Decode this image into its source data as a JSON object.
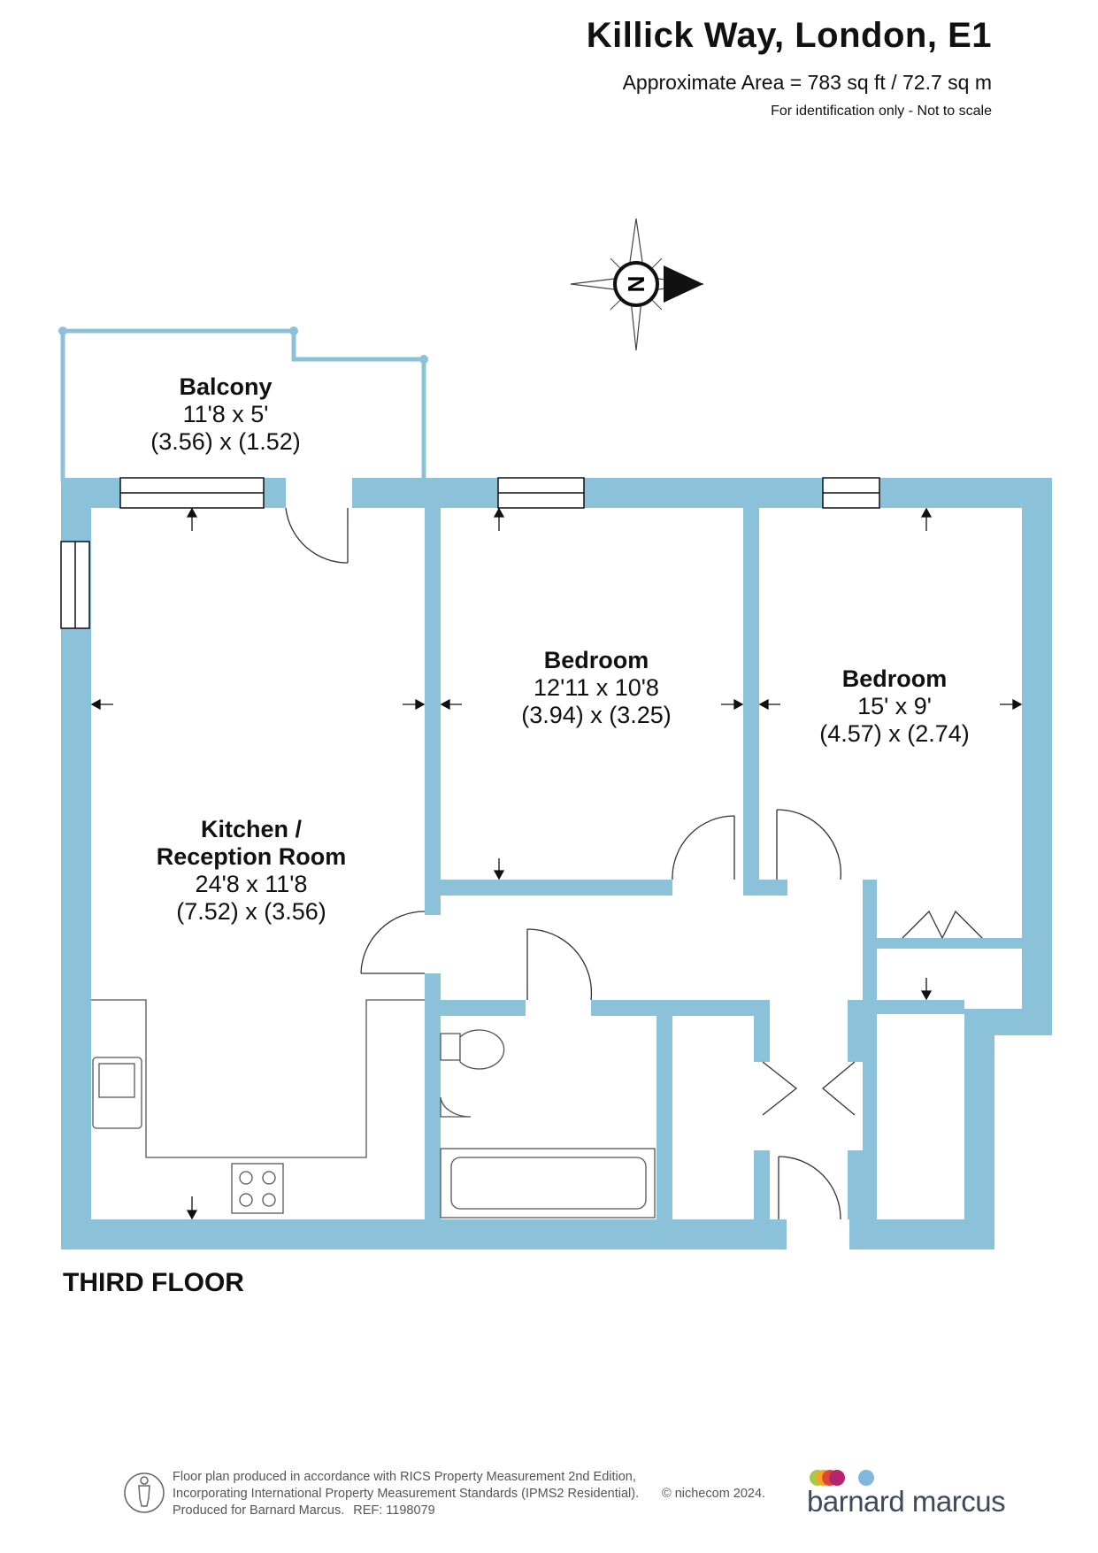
{
  "header": {
    "title": "Killick Way, London, E1",
    "area": "Approximate Area = 783 sq ft / 72.7 sq m",
    "note": "For identification only - Not to scale"
  },
  "compass": {
    "letter": "N"
  },
  "rooms": {
    "balcony": {
      "name": "Balcony",
      "imperial": "11'8 x 5'",
      "metric": "(3.56) x (1.52)"
    },
    "bedroom1": {
      "name": "Bedroom",
      "imperial": "12'11 x 10'8",
      "metric": "(3.94) x (3.25)"
    },
    "bedroom2": {
      "name": "Bedroom",
      "imperial": "15' x 9'",
      "metric": "(4.57) x (2.74)"
    },
    "kitchen": {
      "name1": "Kitchen /",
      "name2": "Reception Room",
      "imperial": "24'8 x 11'8",
      "metric": "(7.52) x (3.56)"
    }
  },
  "floor_label": "THIRD FLOOR",
  "footer": {
    "line1": "Floor plan produced in accordance with RICS Property Measurement 2nd Edition,",
    "line2": "Incorporating International Property Measurement Standards (IPMS2 Residential).",
    "line3": "Produced for Barnard Marcus.",
    "ref": "REF:  1198079",
    "copyright": "© nichecom 2024."
  },
  "brand": {
    "name": "barnard marcus",
    "dot_colors": [
      "#a7c94a",
      "#f5a623",
      "#e0453a",
      "#b6236f",
      "#7fb7dd"
    ]
  },
  "colors": {
    "wall": "#8cc1da",
    "balcony_line": "#8cc1da",
    "text": "#111111"
  }
}
